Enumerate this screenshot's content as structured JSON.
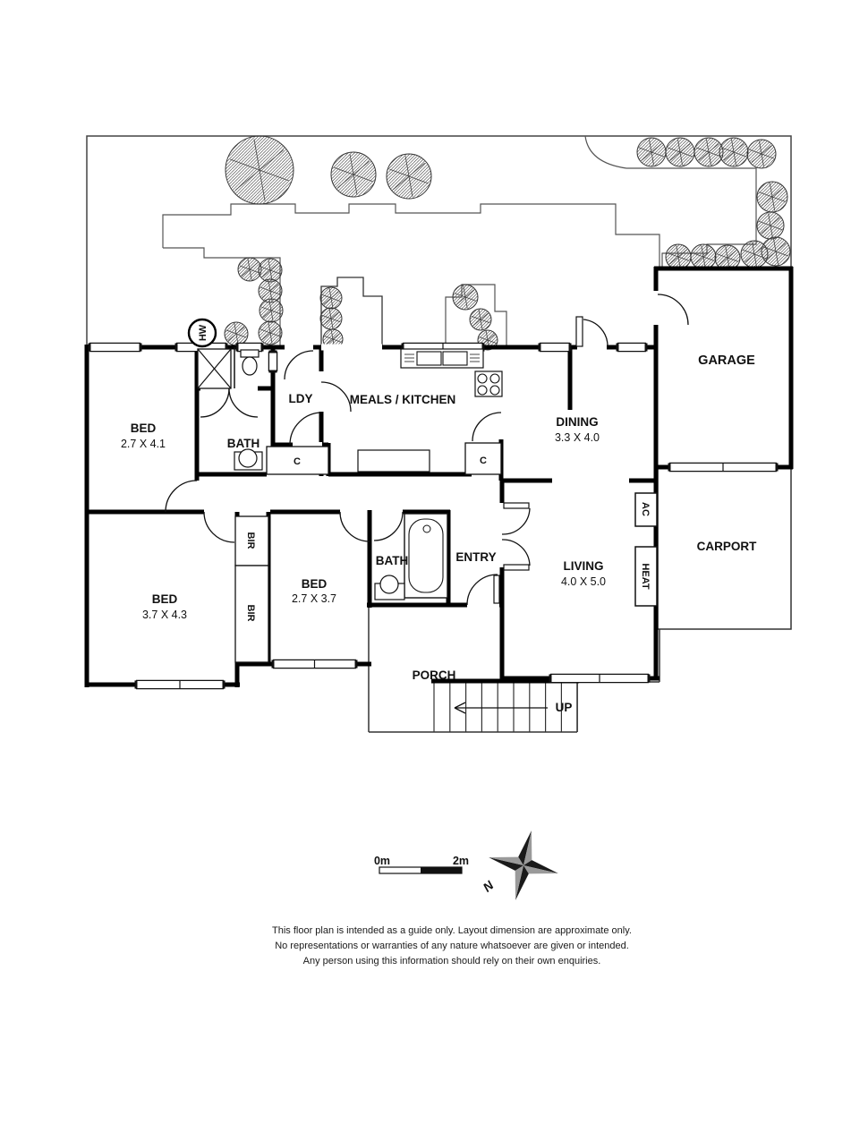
{
  "floorplan": {
    "rooms": {
      "bed1": {
        "name": "BED",
        "dims": "2.7 X 4.1"
      },
      "bed2": {
        "name": "BED",
        "dims": "3.7 X 4.3"
      },
      "bed3": {
        "name": "BED",
        "dims": "2.7 X 3.7"
      },
      "bath1": {
        "name": "BATH"
      },
      "bath2": {
        "name": "BATH"
      },
      "ldy": {
        "name": "LDY"
      },
      "meals": {
        "name": "MEALS / KITCHEN"
      },
      "dining": {
        "name": "DINING",
        "dims": "3.3 X 4.0"
      },
      "living": {
        "name": "LIVING",
        "dims": "4.0 X 5.0"
      },
      "garage": {
        "name": "GARAGE"
      },
      "carport": {
        "name": "CARPORT"
      },
      "entry": {
        "name": "ENTRY"
      },
      "porch": {
        "name": "PORCH"
      }
    },
    "features": {
      "closet1": "C",
      "closet2": "C",
      "bir1": "BIR",
      "bir2": "BIR",
      "ac": "AC",
      "heat": "HEAT",
      "hw": "HW",
      "stairs": "UP"
    },
    "scale_bar": {
      "start": "0m",
      "end": "2m"
    },
    "compass": {
      "north": "N"
    },
    "disclaimer": {
      "line1": "This floor plan is intended as a guide only. Layout dimension are approximate only.",
      "line2": "No representations or warranties of any nature whatsoever are given or intended.",
      "line3": "Any person using this information should rely on their own enquiries."
    },
    "colors": {
      "wall": "#000000",
      "thin_line": "#444444",
      "star_dark": "#1a1a1a",
      "star_gray": "#9a9a9a"
    }
  }
}
